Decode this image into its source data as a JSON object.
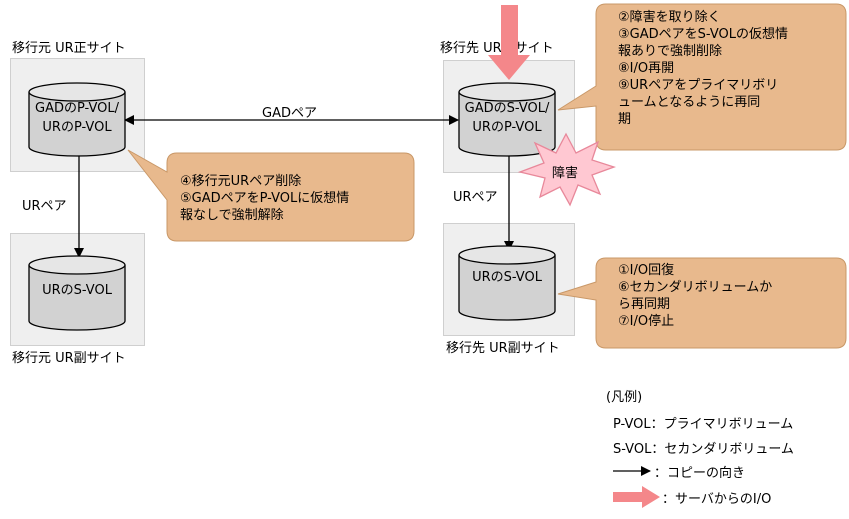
{
  "sites": {
    "src_primary_label": "移行元 UR正サイト",
    "dst_primary_label": "移行先 UR正サイト",
    "src_secondary_label": "移行元 UR副サイト",
    "dst_secondary_label": "移行先 UR副サイト"
  },
  "volumes": {
    "src_primary": "GADのP-VOL/\nURのP-VOL",
    "dst_primary": "GADのS-VOL/\nURのP-VOL",
    "src_secondary": "URのS-VOL",
    "dst_secondary": "URのS-VOL"
  },
  "links": {
    "gad_pair": "GADペア",
    "ur_pair_left": "URペア",
    "ur_pair_right": "URペア"
  },
  "failure_label": "障害",
  "callouts": {
    "top_right": "②障害を取り除く\n③GADペアをS-VOLの仮想情\n報ありで強制削除\n⑧I/O再開\n⑨URペアをプライマリボリ\nュームとなるように再同\n期",
    "middle": "④移行元URペア削除\n⑤GADペアをP-VOLに仮想情\n報なしで強制解除",
    "bottom_right": "①I/O回復\n⑥セカンダリボリュームか\nら再同期\n⑦I/O停止"
  },
  "legend": {
    "title": "(凡例)",
    "pvol": "P-VOL：プライマリボリューム",
    "svol": "S-VOL：セカンダリボリューム",
    "copy_direction": "：コピーの向き",
    "server_io": "：サーバからのI/O"
  },
  "colors": {
    "callout_fill": "#e8b98d",
    "callout_stroke": "#c99868",
    "server_io_arrow": "#f4878a",
    "failure_burst": "#ffc8d2",
    "failure_stroke": "#e8889a",
    "site_box": "#efefef"
  },
  "icons": {
    "volume": "cylinder-icon",
    "failure": "explosion-burst-icon",
    "server_io": "thick-down-arrow-icon"
  }
}
